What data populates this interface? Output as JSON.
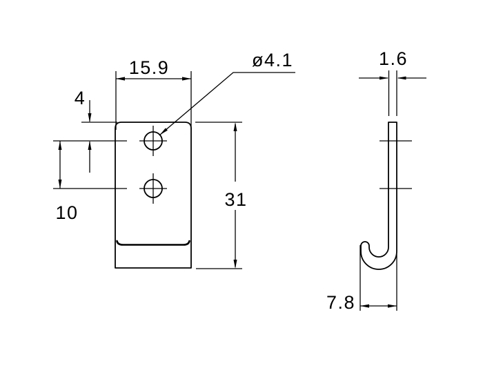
{
  "drawing": {
    "description": "two-view-technical-drawing-of-sheet-metal-j-hook-bracket",
    "background_color": "#ffffff",
    "line_color": "#000000",
    "views": {
      "front_view": "flat-plate-with-two-holes",
      "side_view": "j-hook-profile"
    },
    "dimensions": {
      "plate_width": "15.9",
      "hole_top_offset": "4",
      "hole_spacing": "10",
      "plate_height": "31",
      "hole_diameter": "ø4.1",
      "material_thickness": "1.6",
      "hook_depth": "7.8"
    }
  }
}
